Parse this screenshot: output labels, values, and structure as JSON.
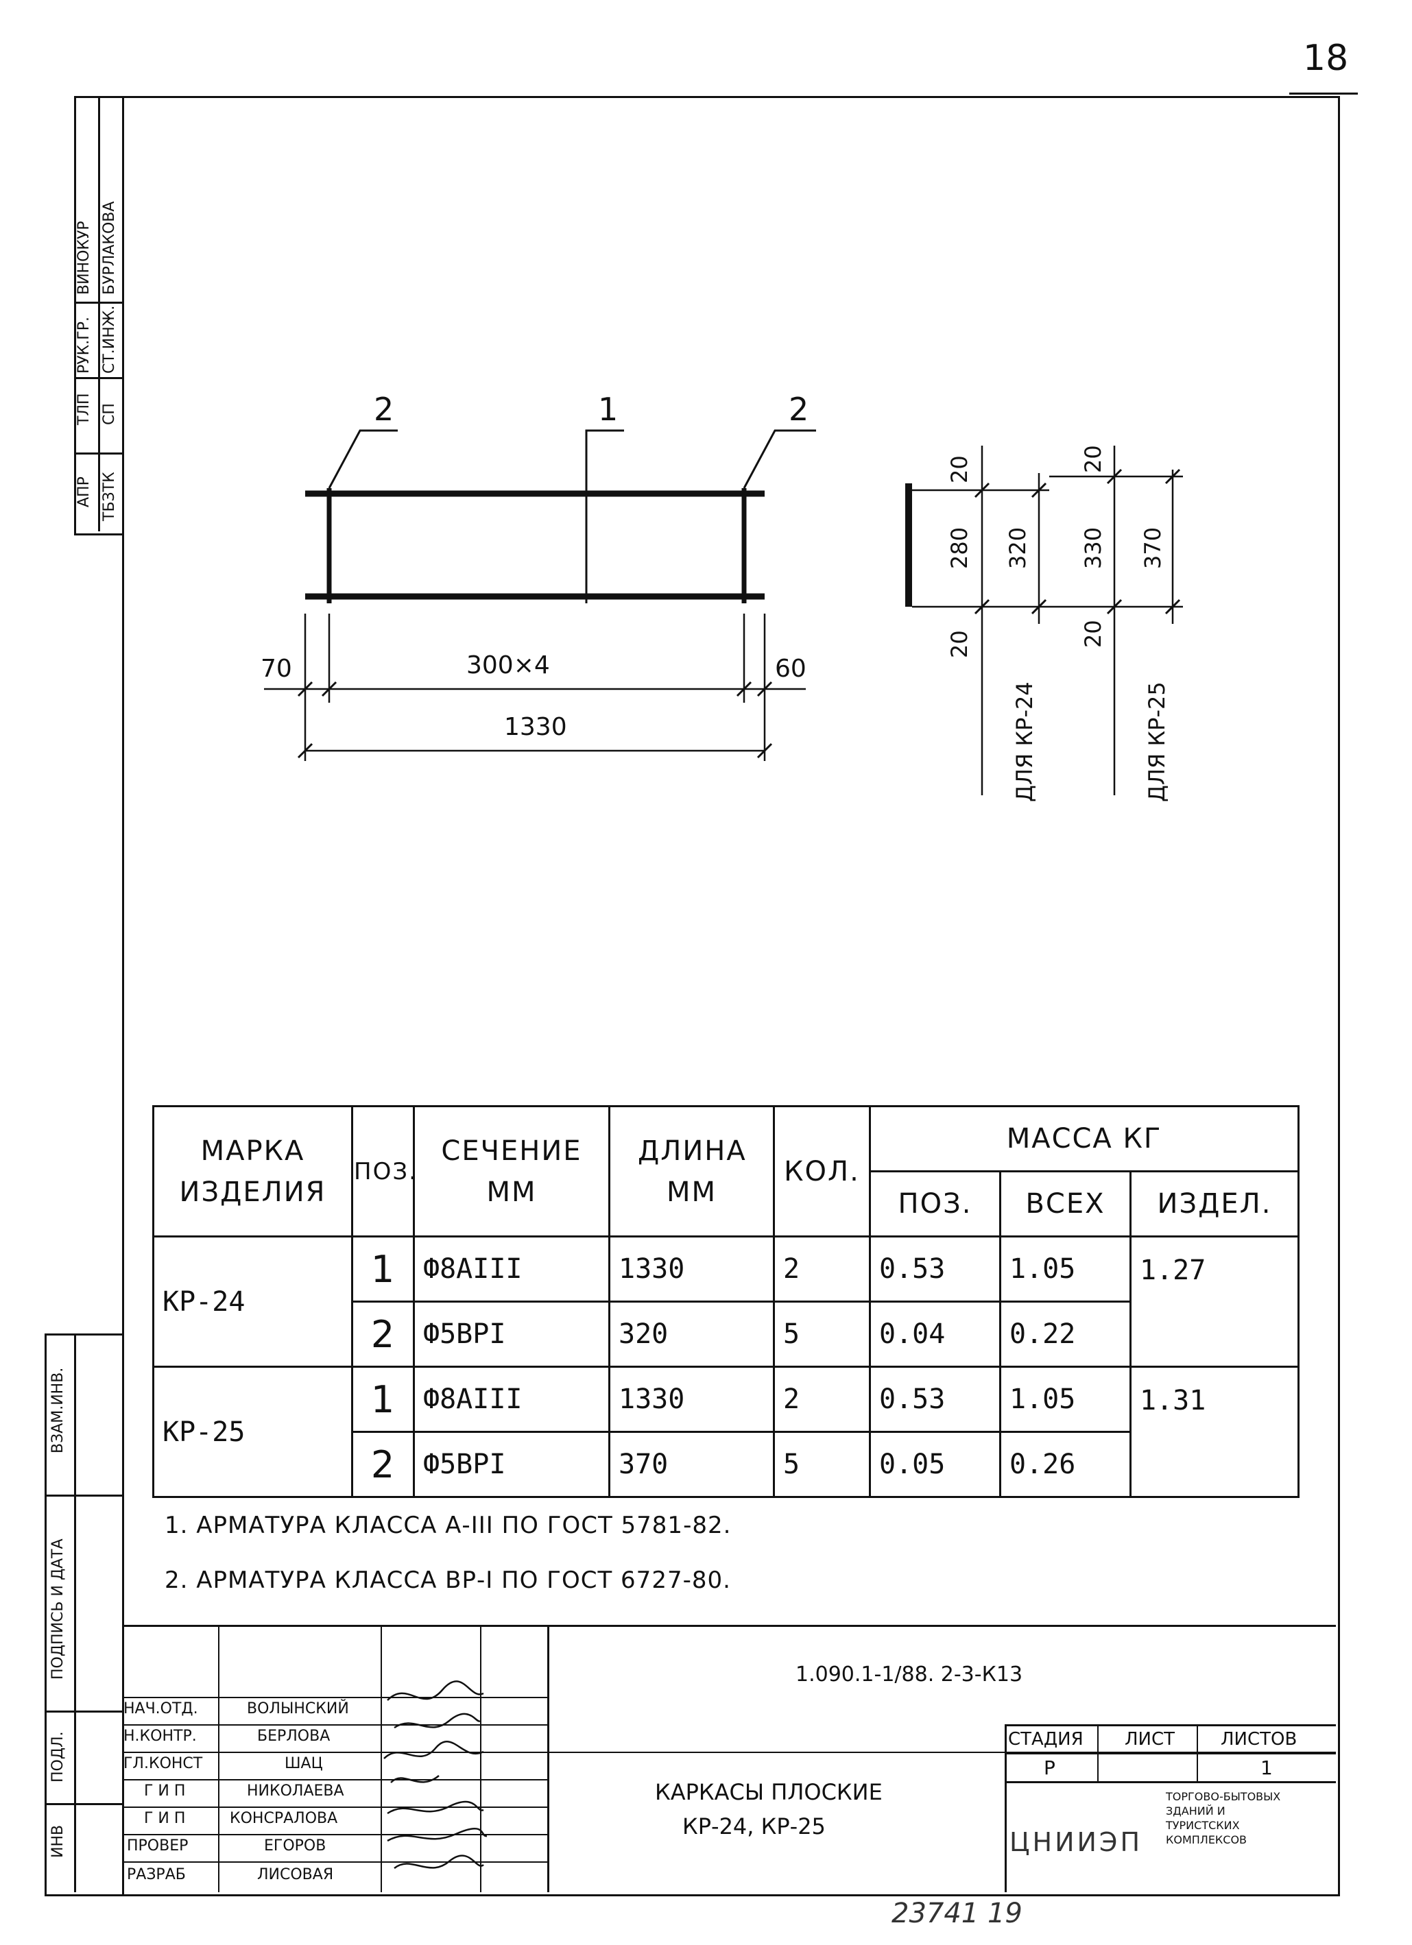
{
  "sheet_number": "18",
  "drawing": {
    "leader_labels": [
      "2",
      "1",
      "2"
    ],
    "dims_horizontal": {
      "left_end": "70",
      "spacing": "300×4",
      "right_end": "60",
      "overall": "1330"
    },
    "dims_section_kp24": {
      "top": "20",
      "middle": "280",
      "bottom": "20",
      "total": "320",
      "caption": "ДЛЯ КР-24"
    },
    "dims_section_kp25": {
      "top": "20",
      "middle": "330",
      "bottom": "20",
      "total": "370",
      "caption": "ДЛЯ КР-25"
    }
  },
  "spec_table": {
    "headers": {
      "mark": "МАРКА ИЗДЕЛИЯ",
      "pos": "ПОЗ.",
      "section": "СЕЧЕНИЕ ММ",
      "length": "ДЛИНА ММ",
      "qty": "КОЛ.",
      "mass": "МАССА КГ",
      "mass_pos": "ПОЗ.",
      "mass_all": "ВСЕХ",
      "mass_item": "ИЗДЕЛ."
    },
    "groups": [
      {
        "mark": "КР-24",
        "item_mass": "1.27",
        "rows": [
          {
            "pos": "1",
            "section": "Ф8АIII",
            "length": "1330",
            "qty": "2",
            "mass_pos": "0.53",
            "mass_all": "1.05"
          },
          {
            "pos": "2",
            "section": "Ф5ВРI",
            "length": "320",
            "qty": "5",
            "mass_pos": "0.04",
            "mass_all": "0.22"
          }
        ]
      },
      {
        "mark": "КР-25",
        "item_mass": "1.31",
        "rows": [
          {
            "pos": "1",
            "section": "Ф8АIII",
            "length": "1330",
            "qty": "2",
            "mass_pos": "0.53",
            "mass_all": "1.05"
          },
          {
            "pos": "2",
            "section": "Ф5ВРI",
            "length": "370",
            "qty": "5",
            "mass_pos": "0.05",
            "mass_all": "0.26"
          }
        ]
      }
    ]
  },
  "notes": [
    "1. АРМАТУРА КЛАССА А-III ПО ГОСТ 5781-82.",
    "2. АРМАТУРА КЛАССА ВР-I ПО ГОСТ 6727-80."
  ],
  "left_margin_stamp": {
    "cells": [
      {
        "a": "ВИНОКУР",
        "b": "БУРЛАКОВА"
      },
      {
        "a": "РУК.ГР.",
        "b": "СТ.ИНЖ."
      },
      {
        "a": "ТЛП",
        "b": "СП"
      },
      {
        "a": "АПР",
        "b": "ТБЗТК"
      }
    ],
    "side_labels": [
      "ВЗАМ.ИНВ.",
      "ПОДПИСЬ И ДАТА",
      "ПОДЛ.",
      "ИНВ"
    ]
  },
  "title_block": {
    "code": "1.090.1-1/88. 2-3-К13",
    "title_line1": "КАРКАСЫ ПЛОСКИЕ",
    "title_line2": "КР-24, КР-25",
    "stage_label": "СТАДИЯ",
    "sheet_label": "ЛИСТ",
    "sheets_label": "ЛИСТОВ",
    "stage_value": "Р",
    "sheets_value": "1",
    "org": "ЦНИИЭП",
    "org_desc": "ТОРГОВО-БЫТОВЫХ ЗДАНИЙ И ТУРИСТСКИХ КОМПЛЕКСОВ",
    "signatures": [
      {
        "role": "НАЧ.ОТД.",
        "name": "ВОЛЫНСКИЙ"
      },
      {
        "role": "Н.КОНТР.",
        "name": "БЕРЛОВА"
      },
      {
        "role": "ГЛ.КОНСТ",
        "name": "ШАЦ"
      },
      {
        "role": "Г И П",
        "name": "НИКОЛАЕВА"
      },
      {
        "role": "Г И П",
        "name": "КОНСРАЛОВА"
      },
      {
        "role": "ПРОВЕР",
        "name": "ЕГОРОВ"
      },
      {
        "role": "РАЗРАБ",
        "name": "ЛИСОВАЯ"
      }
    ]
  },
  "bottom_handwritten": "23741 19"
}
